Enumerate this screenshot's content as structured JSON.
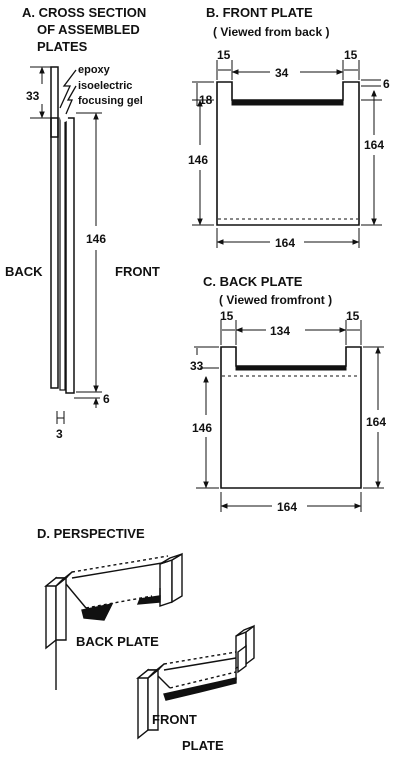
{
  "panel_a": {
    "title_line1": "A. CROSS SECTION",
    "title_line2": "OF ASSEMBLED",
    "title_line3": "PLATES",
    "label_epoxy": "epoxy",
    "label_gel_line1": "isoelectric",
    "label_gel_line2": "focusing gel",
    "label_back": "BACK",
    "label_front": "FRONT",
    "dim_33": "33",
    "dim_146": "146",
    "dim_6": "6",
    "dim_3": "3"
  },
  "panel_b": {
    "title": "B. FRONT PLATE",
    "subtitle": "( Viewed from back )",
    "dim_15_left": "15",
    "dim_15_right": "15",
    "dim_34": "34",
    "dim_6": "6",
    "dim_18": "18",
    "dim_146": "146",
    "dim_164_side": "164",
    "dim_164_bottom": "164"
  },
  "panel_c": {
    "title": "C. BACK PLATE",
    "subtitle": "( Viewed fromfront )",
    "dim_15_left": "15",
    "dim_15_right": "15",
    "dim_134": "134",
    "dim_33": "33",
    "dim_146": "146",
    "dim_164_side": "164",
    "dim_164_bottom": "164"
  },
  "panel_d": {
    "title": "D. PERSPECTIVE",
    "label_back_plate": "BACK PLATE",
    "label_front_line1": "FRONT",
    "label_front_line2": "PLATE"
  }
}
